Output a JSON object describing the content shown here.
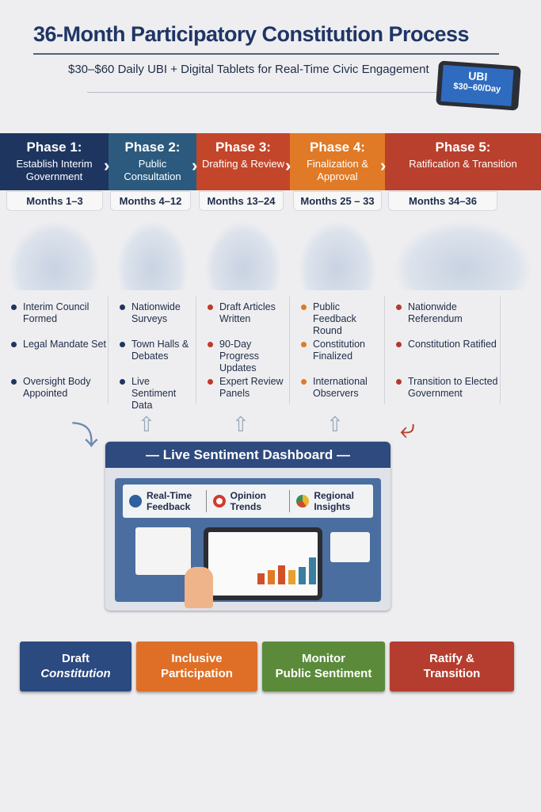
{
  "header": {
    "title": "36-Month Participatory Constitution Process",
    "subtitle": "$30–$60 Daily UBI + Digital Tablets for Real-Time Civic Engagement",
    "tablet_line1": "UBI",
    "tablet_line2": "$30–60/Day"
  },
  "phases": [
    {
      "label": "Phase 1:",
      "title": "Establish Interim Government",
      "months": "Months 1–3",
      "color": "#1e3560",
      "bullet_color": "#1e3560",
      "bullets": [
        "Interim Council Formed",
        "Legal Mandate Set",
        "Oversight Body Appointed"
      ]
    },
    {
      "label": "Phase 2:",
      "title": "Public Consultation",
      "months": "Months 4–12",
      "color": "#2b5a7e",
      "bullet_color": "#1e3560",
      "bullets": [
        "Nationwide Surveys",
        "Town Halls & Debates",
        "Live Sentiment Data"
      ]
    },
    {
      "label": "Phase 3:",
      "title": "Drafting & Review",
      "months": "Months 13–24",
      "color": "#c4462a",
      "bullet_color": "#c0392b",
      "bullets": [
        "Draft Articles Written",
        "90-Day Progress Updates",
        "Expert Review Panels"
      ]
    },
    {
      "label": "Phase 4:",
      "title": "Finalization & Approval",
      "months": "Months 25 – 33",
      "color": "#e07a26",
      "bullet_color": "#e07a26",
      "bullets": [
        "Public Feedback Round",
        "Constitution Finalized",
        "International Observers"
      ]
    },
    {
      "label": "Phase 5:",
      "title": "Ratification & Transition",
      "months": "Months 34–36",
      "color": "#b9402d",
      "bullet_color": "#b03a2e",
      "bullets": [
        "Nationwide Referendum",
        "Constitution Ratified",
        "Transition to Elected Government"
      ]
    }
  ],
  "dashboard": {
    "title": "Live Sentiment Dashboard",
    "features": [
      "Real-Time Feedback",
      "Opinion Trends",
      "Regional Insights"
    ]
  },
  "goals": [
    {
      "line1": "Draft",
      "line2": "Constitution",
      "color": "#2b4a80"
    },
    {
      "line1": "Inclusive",
      "line2": "Participation",
      "color": "#df6f26"
    },
    {
      "line1": "Monitor",
      "line2": "Public Sentiment",
      "color": "#5b8b3a"
    },
    {
      "line1": "Ratify &",
      "line2": "Transition",
      "color": "#b53d2f"
    }
  ]
}
